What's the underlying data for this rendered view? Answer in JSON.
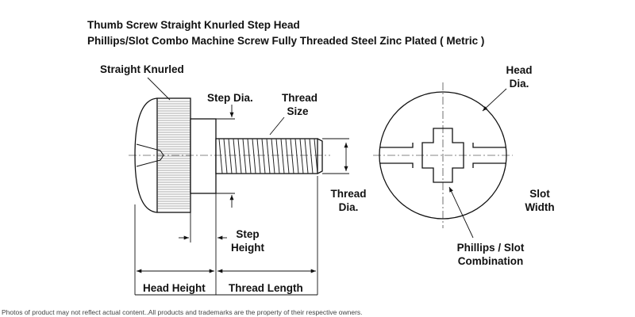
{
  "title": {
    "line1": "Thumb Screw Straight Knurled Step Head",
    "line2": "Phillips/Slot Combo Machine Screw Fully Threaded Steel Zinc Plated ( Metric )"
  },
  "labels": {
    "straight_knurled": "Straight Knurled",
    "step_dia": "Step Dia.",
    "thread_size_1": "Thread",
    "thread_size_2": "Size",
    "thread_dia_1": "Thread",
    "thread_dia_2": "Dia.",
    "step_height_1": "Step",
    "step_height_2": "Height",
    "head_height": "Head Height",
    "thread_length": "Thread Length",
    "head_dia_1": "Head",
    "head_dia_2": "Dia.",
    "slot_width_1": "Slot",
    "slot_width_2": "Width",
    "phillips_slot_1": "Phillips / Slot",
    "phillips_slot_2": "Combination"
  },
  "footer": "Photos of product may not reflect actual content..All products and trademarks are the property of their respective owners."
}
